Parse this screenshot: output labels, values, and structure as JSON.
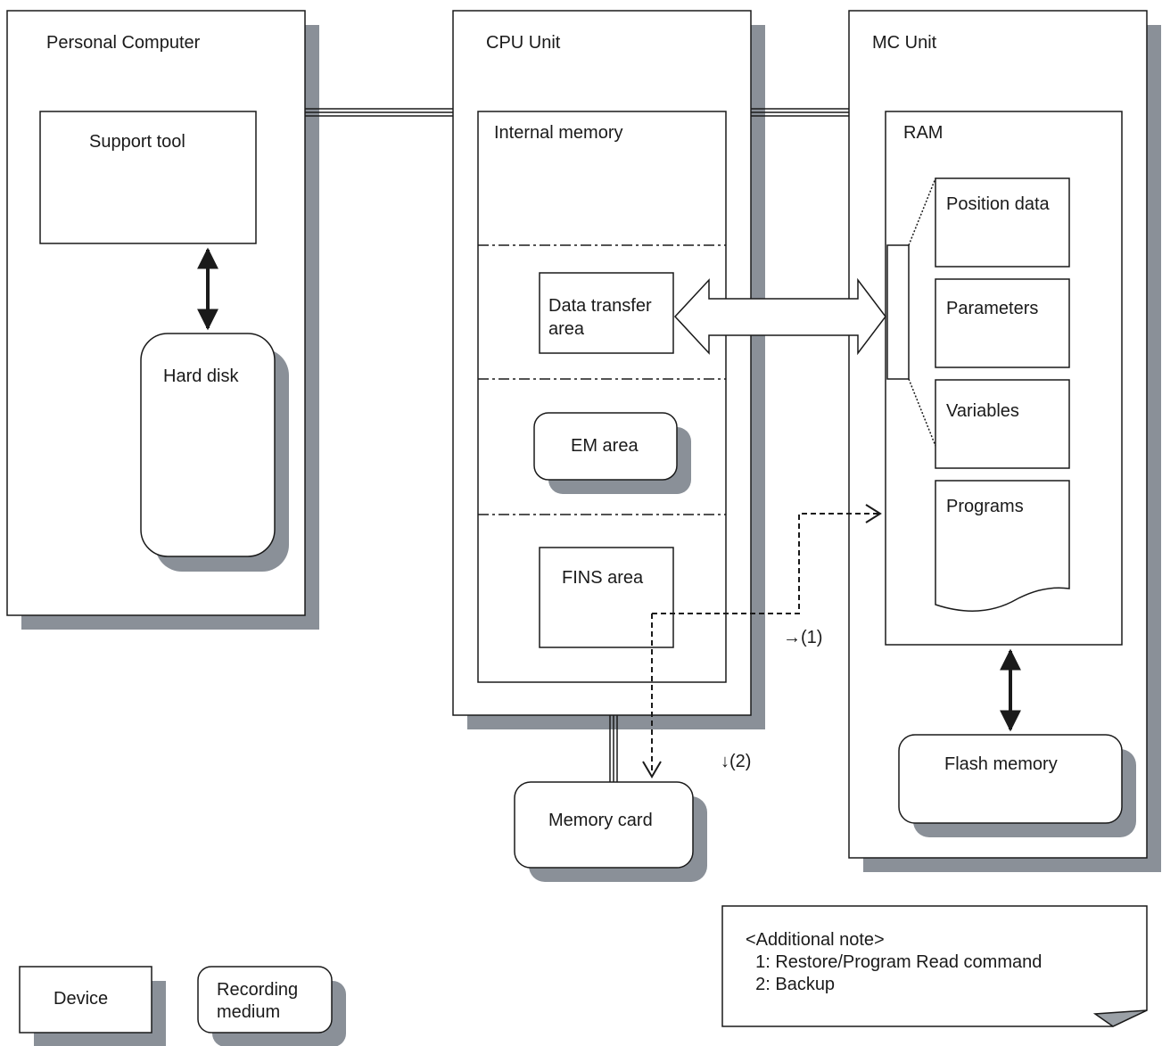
{
  "units": {
    "pc": "Personal Computer",
    "cpu": "CPU Unit",
    "mc": "MC Unit"
  },
  "pc": {
    "support_tool": "Support tool",
    "hard_disk": "Hard disk"
  },
  "cpu": {
    "internal_memory": "Internal memory",
    "data_transfer_line1": "Data transfer",
    "data_transfer_line2": "area",
    "em_area": "EM area",
    "fins_area": "FINS area",
    "memory_card": "Memory card"
  },
  "mc": {
    "ram": "RAM",
    "position_data": "Position data",
    "parameters": "Parameters",
    "variables": "Variables",
    "programs": "Programs",
    "flash_memory": "Flash memory"
  },
  "flows": {
    "restore_label": "→(1)",
    "backup_label": "↓(2)"
  },
  "legend": {
    "device": "Device",
    "recording_line1": "Recording",
    "recording_line2": "medium"
  },
  "note": {
    "title": "<Additional note>",
    "line1": "  1: Restore/Program Read command",
    "line2": "  2: Backup"
  }
}
